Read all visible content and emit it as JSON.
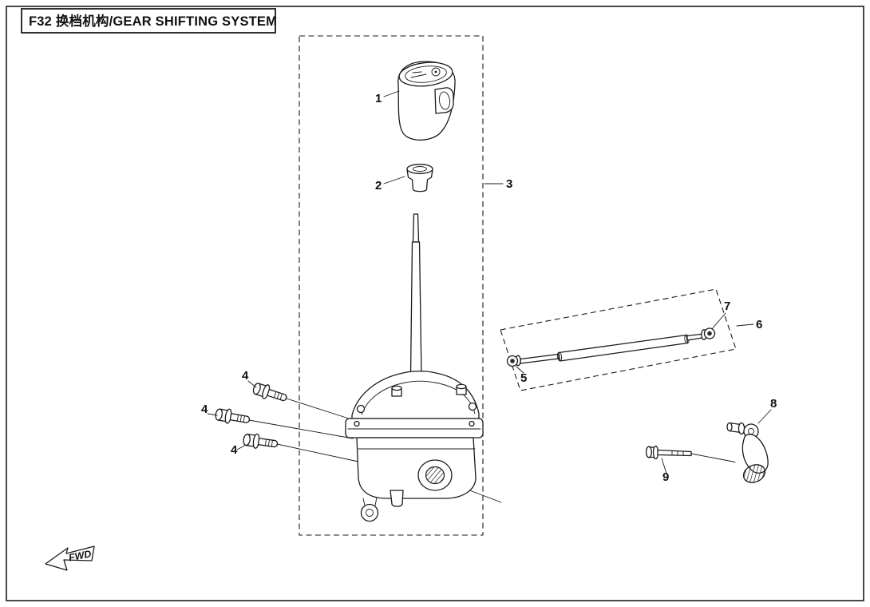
{
  "palette": {
    "ink": "#1a1a1a",
    "paper": "#ffffff"
  },
  "header": {
    "title": "F32 换档机构/GEAR SHIFTING SYSTEM"
  },
  "diagram": {
    "fwd_label": "FWD",
    "callouts": [
      {
        "label": "1"
      },
      {
        "label": "2"
      },
      {
        "label": "3"
      },
      {
        "label": "4"
      },
      {
        "label": "4"
      },
      {
        "label": "4"
      },
      {
        "label": "5"
      },
      {
        "label": "6"
      },
      {
        "label": "7"
      },
      {
        "label": "8"
      },
      {
        "label": "9"
      }
    ]
  }
}
